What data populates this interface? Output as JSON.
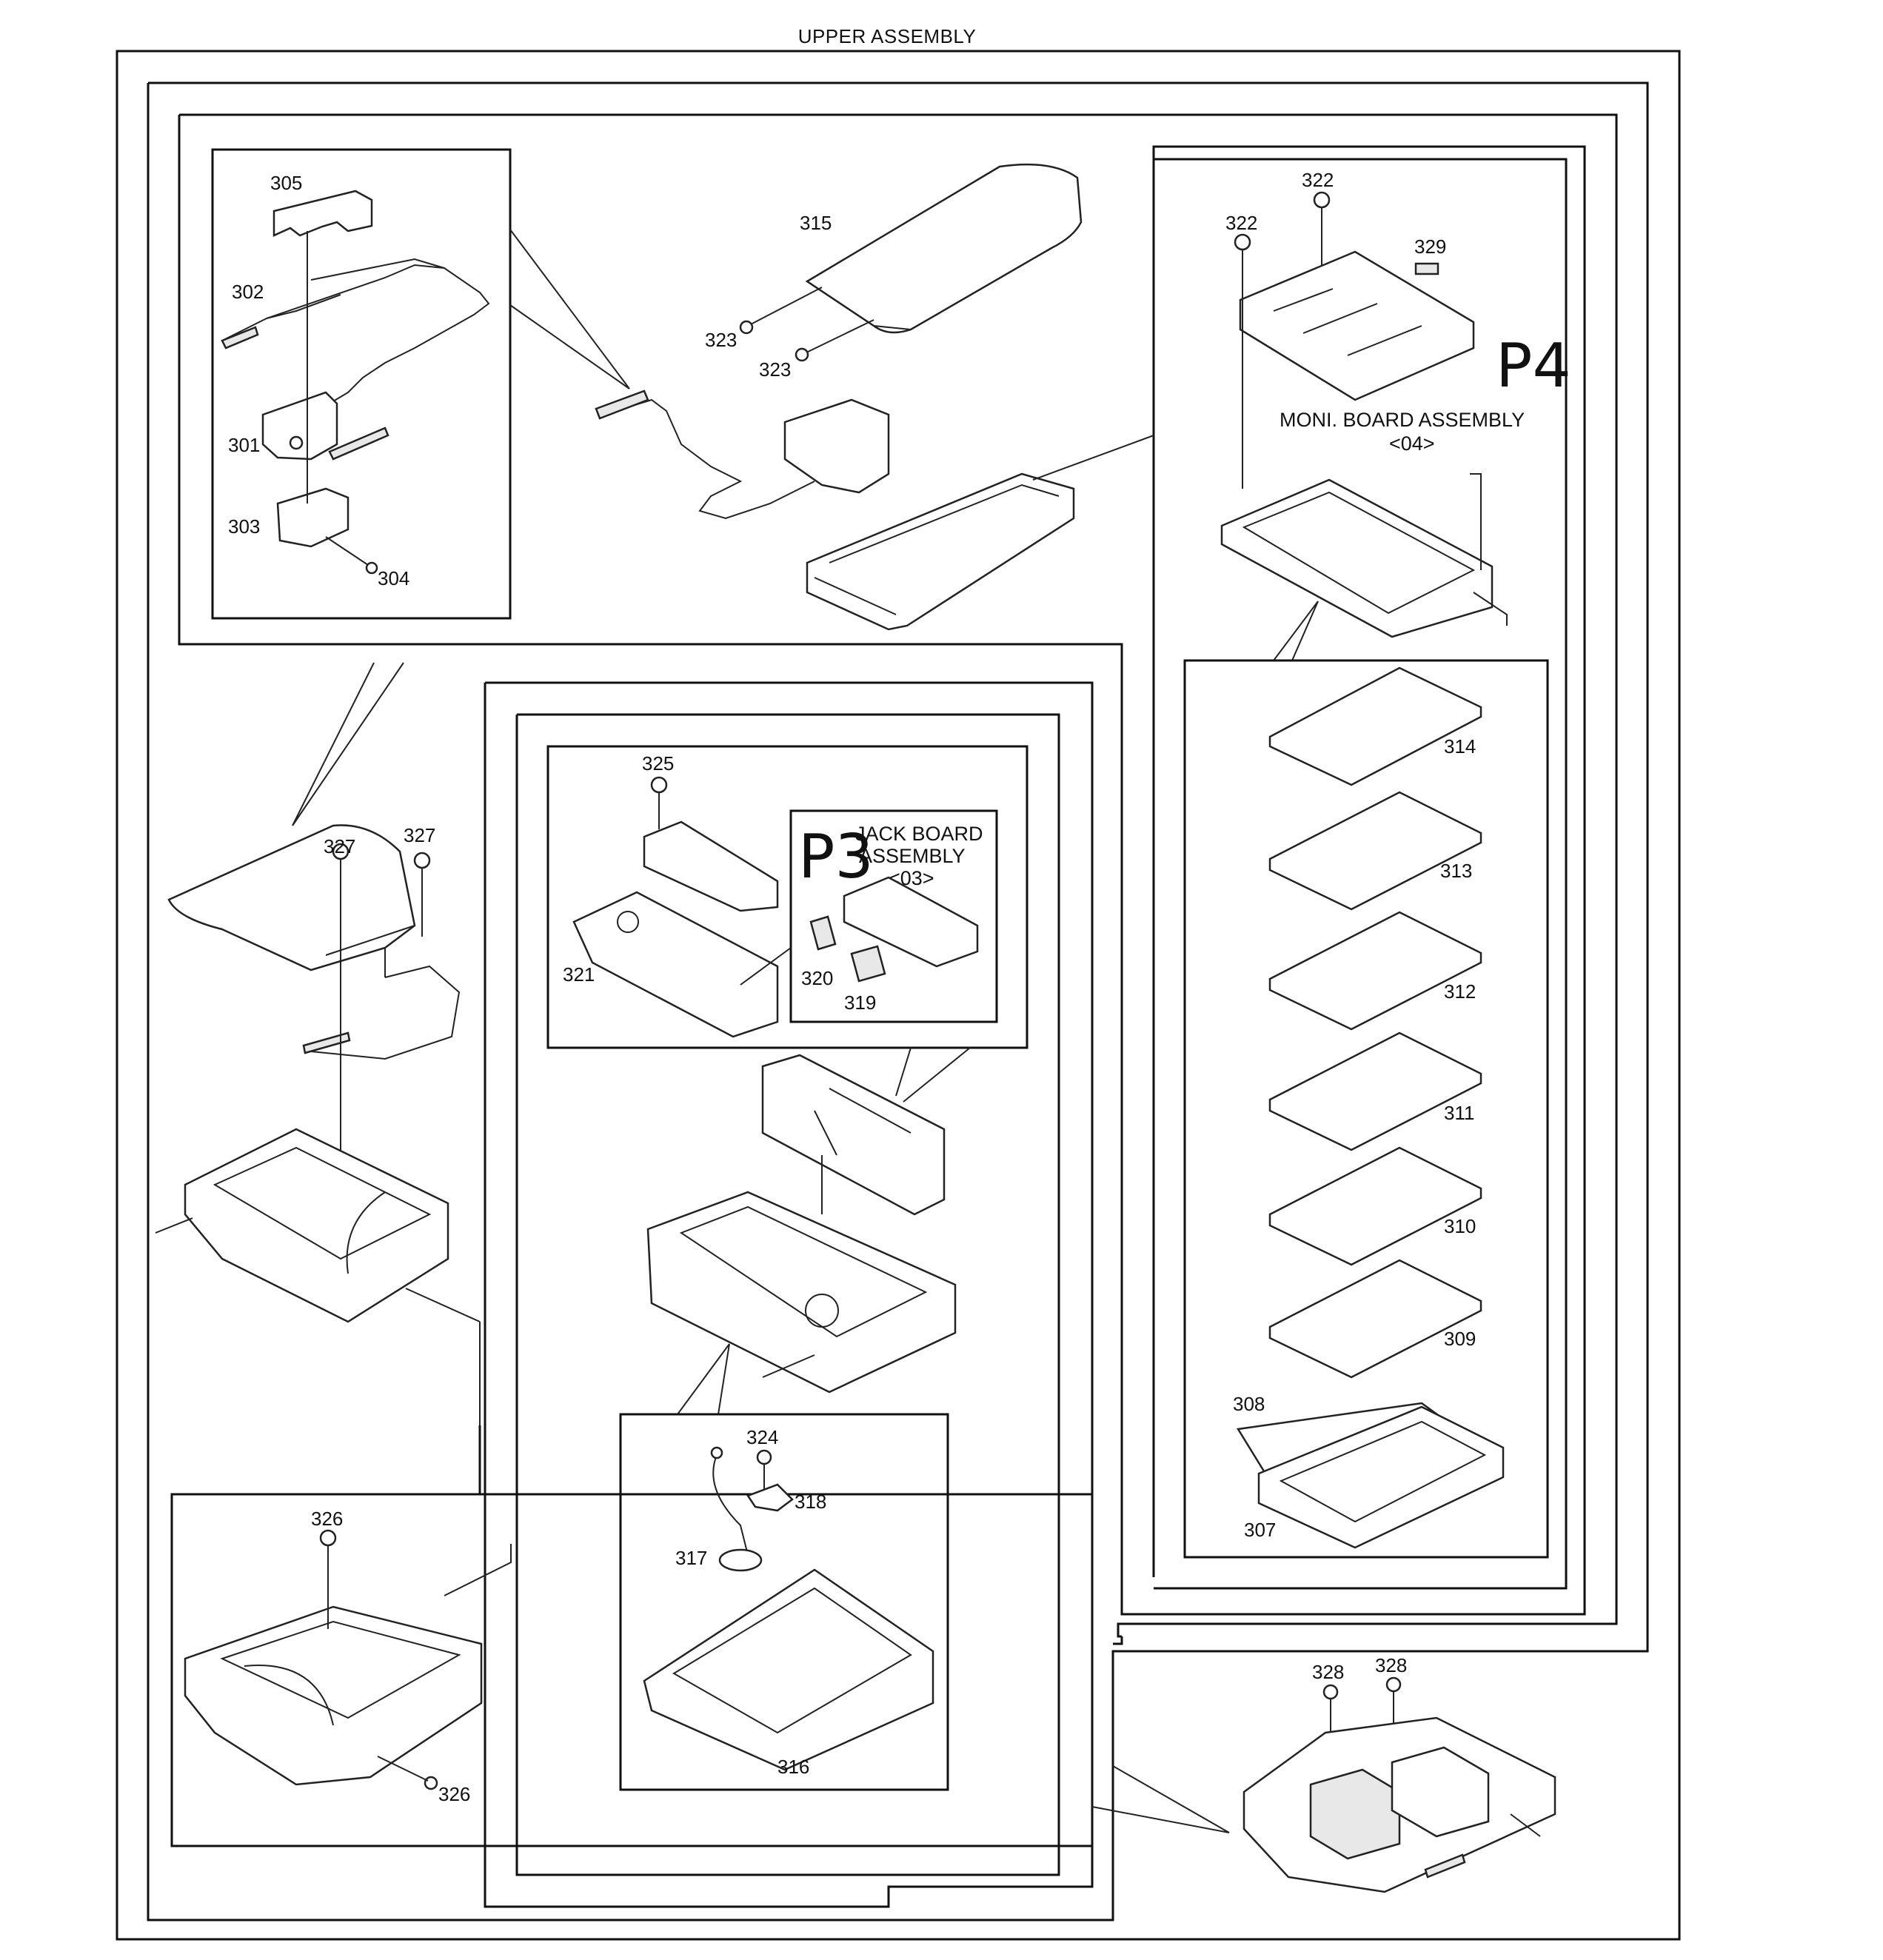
{
  "title": "UPPER ASSEMBLY",
  "assemblies": {
    "moni_board": {
      "name": "MONI. BOARD ASSEMBLY",
      "code": "<04>",
      "page_mark": "P4"
    },
    "jack_board": {
      "name_line1": "JACK BOARD",
      "name_line2": "ASSEMBLY",
      "code": "<03>",
      "page_mark": "P3"
    }
  },
  "part_labels": {
    "p301": "301",
    "p302": "302",
    "p303": "303",
    "p304": "304",
    "p305": "305",
    "p307": "307",
    "p308": "308",
    "p309": "309",
    "p310": "310",
    "p311": "311",
    "p312": "312",
    "p313": "313",
    "p314": "314",
    "p315": "315",
    "p316": "316",
    "p317": "317",
    "p318": "318",
    "p319": "319",
    "p320": "320",
    "p321": "321",
    "p322a": "322",
    "p322b": "322",
    "p323a": "323",
    "p323b": "323",
    "p324": "324",
    "p325": "325",
    "p326a": "326",
    "p326b": "326",
    "p327a": "327",
    "p327b": "327",
    "p328a": "328",
    "p328b": "328",
    "p329": "329"
  }
}
